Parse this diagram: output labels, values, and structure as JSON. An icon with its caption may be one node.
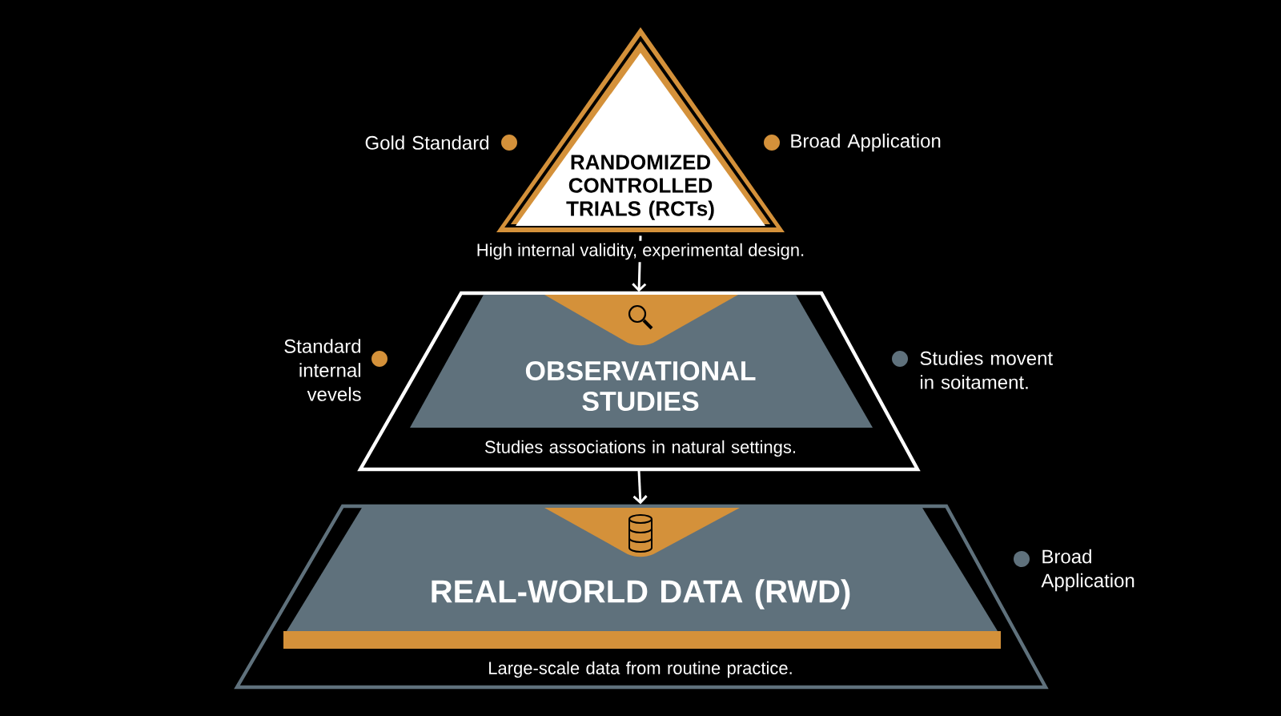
{
  "diagram": {
    "nodes": [
      {
        "text": [
          "RANDOMIZED CONTROLLED TRIALS (RCTs)"
        ],
        "beside": [
          "High internal validity, experimental design."
        ]
      },
      {
        "text": [
          "OBSERVATIONAL STUDIES",
          "Studies associations in natural settings."
        ]
      },
      {
        "text": [
          "REAL-WORLD DATA (RWD)",
          "Large-scale data from routine practice."
        ]
      }
    ],
    "edges": [
      {
        "from": 0,
        "to": 1,
        "arrow": "to"
      },
      {
        "from": 1,
        "to": 2,
        "arrow": "to"
      }
    ],
    "labels": [
      "Gold Standard",
      "Broad Application",
      "Standard internal vevels",
      "Studies movent in soitament.",
      "Broad Application"
    ]
  }
}
